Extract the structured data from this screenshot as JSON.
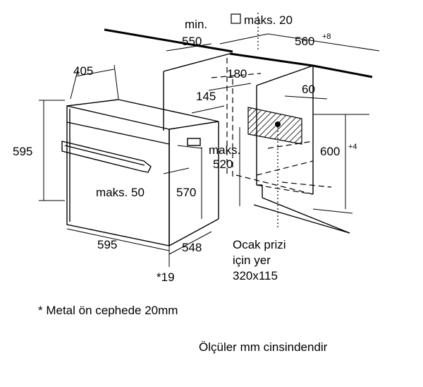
{
  "dimensions": {
    "min_label": "min.",
    "min_value": "550",
    "maks20": "maks. 20",
    "w560": "560",
    "w560_tol": "+8",
    "d405": "405",
    "d180": "180",
    "d145": "145",
    "d60": "60",
    "h595": "595",
    "maks520_label": "maks.",
    "maks520_value": "520",
    "h600": "600",
    "h600_tol": "+4",
    "maks50": "maks. 50",
    "h570": "570",
    "w595": "595",
    "d548": "548",
    "star19": "*19"
  },
  "socket_note": {
    "line1": "Ocak prizi",
    "line2": "için yer",
    "line3": "320x115"
  },
  "footnotes": {
    "metal_front": "* Metal ön cephede 20mm",
    "units": "Ölçüler mm cinsindendir"
  }
}
